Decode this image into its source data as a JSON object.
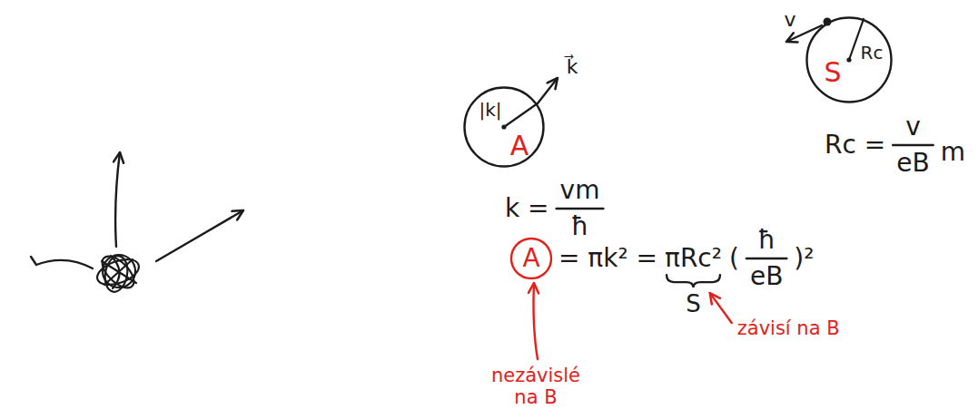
{
  "diagram": {
    "nodes": [
      {
        "text": [
          "A",
          "|k|"
        ]
      },
      {
        "text": [
          "S",
          "Rc"
        ]
      }
    ],
    "labels": [
      "k⃗",
      "v",
      "Rc =",
      "v",
      "eB",
      "m",
      "k =",
      "vm",
      "ħ",
      "A",
      "= πk² =",
      "πRc²",
      "(",
      "ħ",
      "eB",
      ")²",
      "S",
      "nezávislé na B",
      "závisí na B"
    ]
  }
}
